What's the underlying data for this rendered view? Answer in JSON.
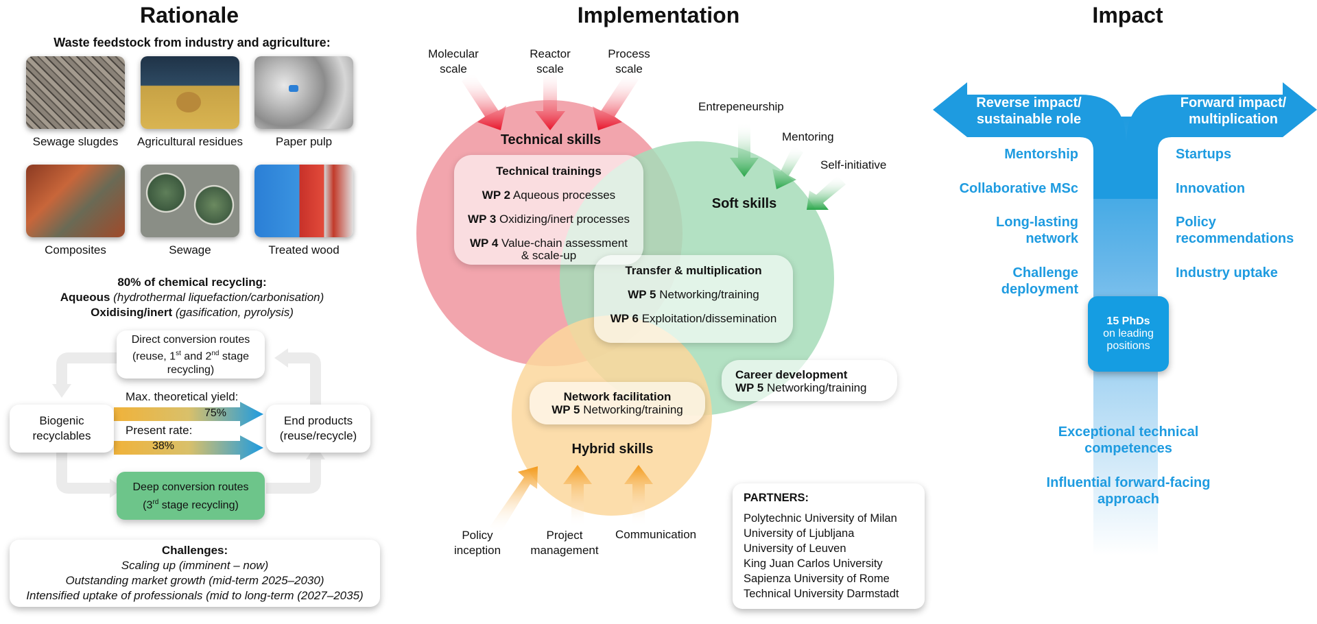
{
  "columns": {
    "rationale": "Rationale",
    "implementation": "Implementation",
    "impact": "Impact"
  },
  "rationale": {
    "feedstock_title": "Waste feedstock from industry and agriculture:",
    "feedstock": [
      "Sewage slugdes",
      "Agricultural residues",
      "Paper pulp",
      "Composites",
      "Sewage",
      "Treated wood"
    ],
    "recycling": {
      "title": "80% of chemical recycling:",
      "aqueous_bold": "Aqueous",
      "aqueous_italic": "(hydrothermal liquefaction/carbonisation)",
      "oxid_bold": "Oxidising/inert",
      "oxid_italic": "(gasification, pyrolysis)"
    },
    "flow": {
      "direct_line1": "Direct conversion routes",
      "direct_pre": "(reuse, 1",
      "direct_sup1": "st",
      "direct_mid": " and 2",
      "direct_sup2": "nd",
      "direct_post": " stage",
      "direct_line3": "recycling)",
      "biogenic": "Biogenic recyclables",
      "end_products": "End products (reuse/recycle)",
      "max_label": "Max. theoretical yield:",
      "max_value": "75%",
      "present_label": "Present rate:",
      "present_value": "38%",
      "deep_line1": "Deep conversion routes",
      "deep_pre": "(3",
      "deep_sup": "rd",
      "deep_post": " stage recycling)"
    },
    "challenges": {
      "title": "Challenges:",
      "items": [
        "Scaling up (imminent – now)",
        "Outstanding market growth (mid-term 2025–2030)",
        "Intensified uptake of professionals (mid to long-term (2027–2035)"
      ]
    }
  },
  "implementation": {
    "scales": [
      "Molecular scale",
      "Reactor scale",
      "Process scale"
    ],
    "soft_inputs": [
      "Entrepeneurship",
      "Mentoring",
      "Self-initiative"
    ],
    "hybrid_inputs": [
      "Policy inception",
      "Project management",
      "Communication"
    ],
    "circles": {
      "technical": "Technical skills",
      "soft": "Soft skills",
      "hybrid": "Hybrid skills"
    },
    "technical_trainings": {
      "title": "Technical trainings",
      "items": [
        {
          "wp": "WP 2",
          "text": "Aqueous processes"
        },
        {
          "wp": "WP 3",
          "text": "Oxidizing/inert processes"
        },
        {
          "wp": "WP 4",
          "text": "Value-chain assessment",
          "text2": "& scale-up"
        }
      ]
    },
    "transfer": {
      "title": "Transfer & multiplication",
      "items": [
        {
          "wp": "WP 5",
          "text": "Networking/training"
        },
        {
          "wp": "WP 6",
          "text": "Exploitation/dissemination"
        }
      ]
    },
    "career": {
      "title": "Career development",
      "wp": "WP 5",
      "text": "Networking/training"
    },
    "network": {
      "title": "Network facilitation",
      "wp": "WP 5",
      "text": "Networking/training"
    },
    "partners": {
      "title": "PARTNERS:",
      "items": [
        "Polytechnic University of Milan",
        "University of Ljubljana",
        "University of Leuven",
        "King Juan Carlos University",
        "Sapienza University of Rome",
        "Technical University Darmstadt"
      ]
    }
  },
  "impact": {
    "reverse_title_1": "Reverse impact/",
    "reverse_title_2": "sustainable role",
    "forward_title_1": "Forward impact/",
    "forward_title_2": "multiplication",
    "reverse_items": [
      "Mentorship",
      "Collaborative MSc",
      "Long-lasting network",
      "Challenge deployment"
    ],
    "forward_items": [
      "Startups",
      "Innovation",
      "Policy recommendations",
      "Industry uptake"
    ],
    "phd_bold": "15 PhDs",
    "phd_text": "on leading positions",
    "bottom_items": [
      "Exceptional technical competences",
      "Influential forward-facing approach"
    ]
  },
  "colors": {
    "red": "#e8142a",
    "green": "#2aa64a",
    "orange": "#f39a1b",
    "blue": "#1e9be0",
    "circle_red": "#f2a5ad",
    "circle_green": "#a6dcb9",
    "circle_orange": "#fcd79c",
    "deep_box": "#6dc58a"
  },
  "icons": {
    "scale_arrows": "red-arrow-icon",
    "soft_arrows": "green-arrow-icon",
    "hybrid_arrows": "orange-arrow-icon",
    "impact_split": "t-split-arrow-icon"
  }
}
